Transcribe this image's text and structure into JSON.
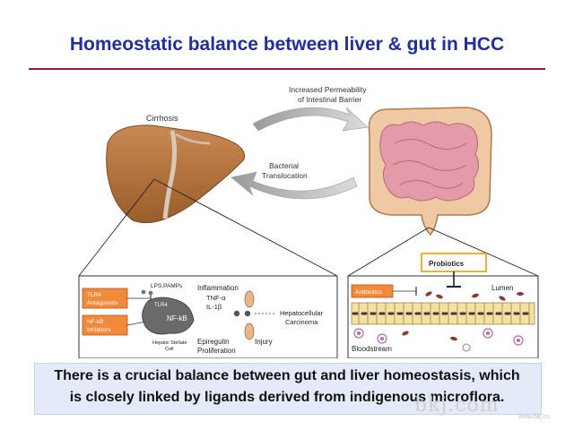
{
  "slide": {
    "title": "Homeostatic balance between liver & gut in HCC",
    "caption_line1": "There is a crucial balance between gut and liver homeostasis, which",
    "caption_line2": "is closely linked by ligands derived from indigenous microflora.",
    "watermark": "bkj.com",
    "watermark_url": "www.bkj.cn"
  },
  "diagram": {
    "cirrhosis": "Cirrhosis",
    "permeability_1": "Increased Permeability",
    "permeability_2": "of Intestinal Barrier",
    "bacterial_1": "Bacterial",
    "bacterial_2": "Translocation",
    "left_panel": {
      "tlr4_antagonists_1": "TLR4",
      "tlr4_antagonists_2": "Antagonists",
      "nfkb_inhibitors_1": "NF-kB",
      "nfkb_inhibitors_2": "Inhibitors",
      "lps": "LPS,PAMPs",
      "tlr4": "TLR4",
      "nfkb": "NF-kB",
      "stellate_1": "Hepatic Stellate",
      "stellate_2": "Cell",
      "inflammation": "Inflammation",
      "tnf": "TNF-α",
      "il1b": "IL-1β",
      "hcc_1": "Hepatocellular",
      "hcc_2": "Carcinoma",
      "epiregulin_1": "Epiregulin",
      "epiregulin_2": "Proliferation",
      "injury": "Injury"
    },
    "right_panel": {
      "probiotics": "Probiotics",
      "antibiotics": "Antibiotics",
      "lumen": "Lumen",
      "bloodstream": "Bloodstream"
    }
  },
  "colors": {
    "title": "#1f2f9e",
    "rule": "#b01030",
    "liver": "#b8763f",
    "orange_box": "#f08a3c",
    "probiotics_border": "#e8a000"
  }
}
